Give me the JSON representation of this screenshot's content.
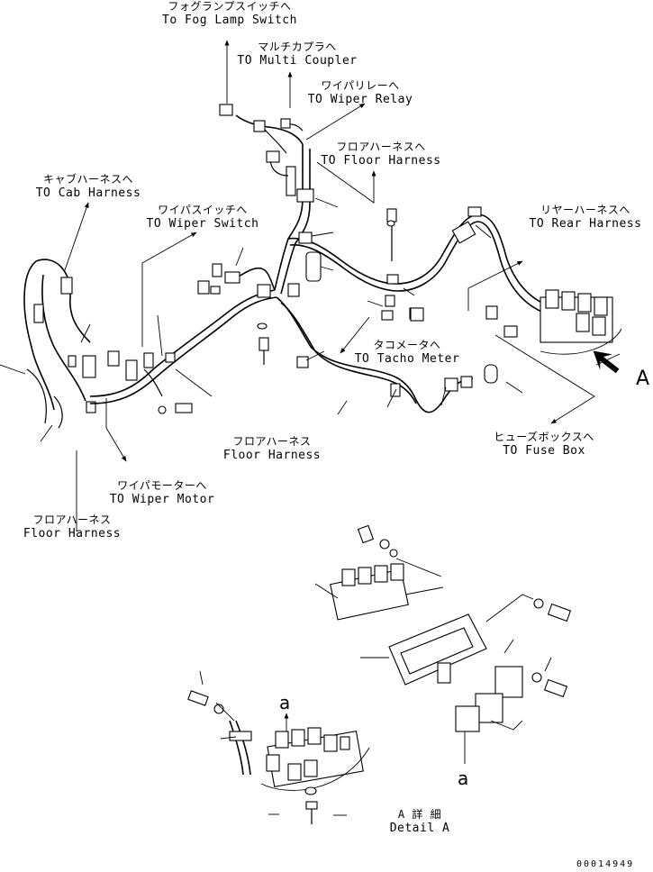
{
  "labels": {
    "fog_lamp_switch": {
      "jp": "フォグランプスイッチへ",
      "en": "To Fog Lamp Switch"
    },
    "multi_coupler": {
      "jp": "マルチカプラへ",
      "en": "TO Multi Coupler"
    },
    "wiper_relay": {
      "jp": "ワイパリレーへ",
      "en": "TO Wiper Relay"
    },
    "floor_harness_top": {
      "jp": "フロアハーネスへ",
      "en": "TO Floor Harness"
    },
    "cab_harness": {
      "jp": "キャブハーネスへ",
      "en": "TO Cab Harness"
    },
    "wiper_switch": {
      "jp": "ワイパスイッチへ",
      "en": "TO Wiper Switch"
    },
    "rear_harness": {
      "jp": "リヤーハーネスへ",
      "en": "TO Rear Harness"
    },
    "tacho_meter": {
      "jp": "タコメータへ",
      "en": "TO Tacho Meter"
    },
    "fuse_box": {
      "jp": "ヒューズボックスへ",
      "en": "TO Fuse Box"
    },
    "floor_harness_mid": {
      "jp": "フロアハーネス",
      "en": "Floor Harness"
    },
    "wiper_motor": {
      "jp": "ワイパモーターへ",
      "en": "TO Wiper Motor"
    },
    "floor_harness_left": {
      "jp": "フロアハーネス",
      "en": "Floor Harness"
    },
    "detail_a": {
      "jp": "A 詳 細",
      "en": "Detail A"
    }
  },
  "callouts": {
    "view_a": "A",
    "view_a_small": "a",
    "view_a_small_2": "a"
  },
  "doc_number": "00014949"
}
